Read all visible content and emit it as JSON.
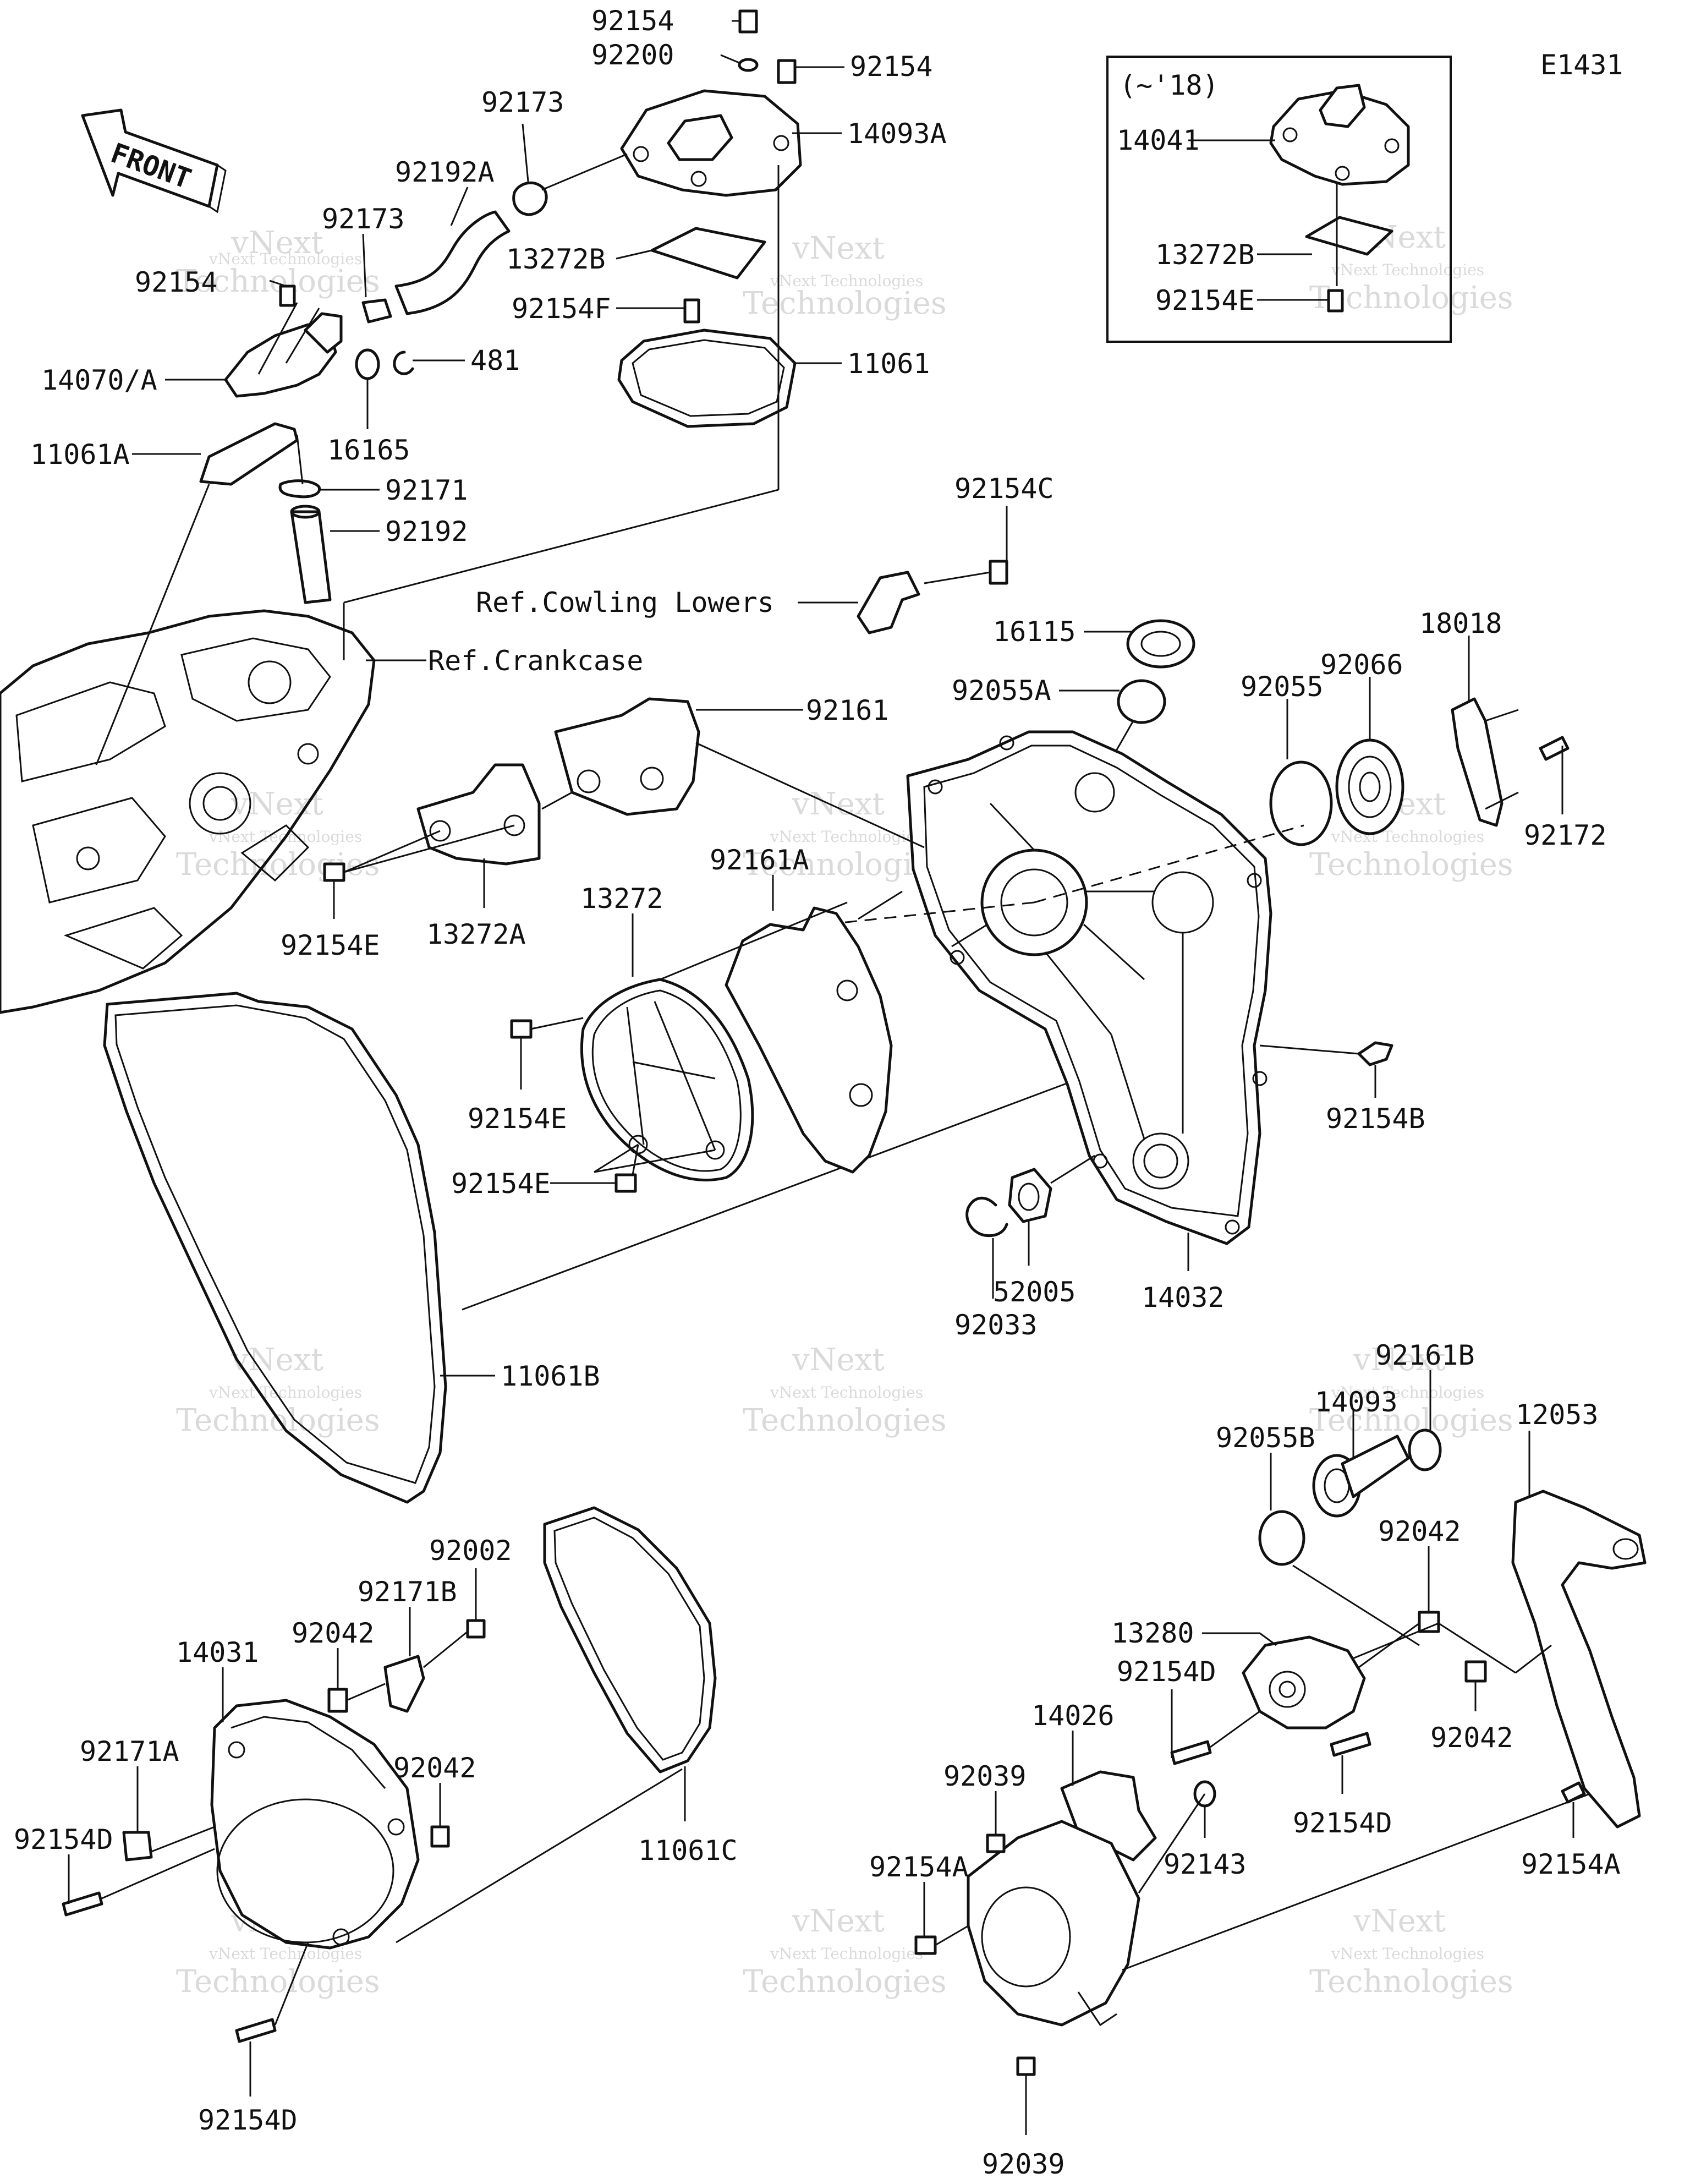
{
  "diagram_code": "E1431",
  "front_label": "FRONT",
  "inset_label": "(~'18)",
  "watermark": {
    "line1": "vNext Technologies",
    "line2": "vNext",
    "line3": "Technologies"
  },
  "labels": {
    "p92154_top": "92154",
    "p92200": "92200",
    "p92154_top_right": "92154",
    "p14093A": "14093A",
    "p92173_top": "92173",
    "p92192A": "92192A",
    "p92173_mid": "92173",
    "p92154_left": "92154",
    "p13272B": "13272B",
    "p92154F": "92154F",
    "p14070A": "14070/A",
    "p481": "481",
    "p11061": "11061",
    "p16165": "16165",
    "p11061A": "11061A",
    "p92171": "92171",
    "p92192": "92192",
    "p14041": "14041",
    "p13272B_inset": "13272B",
    "p92154E_inset": "92154E",
    "p92154C": "92154C",
    "ref_cowling": "Ref.Cowling Lowers",
    "p16115": "16115",
    "ref_crankcase": "Ref.Crankcase",
    "p18018": "18018",
    "p92066": "92066",
    "p92055A": "92055A",
    "p92055": "92055",
    "p92161": "92161",
    "p92172": "92172",
    "p92161A": "92161A",
    "p13272": "13272",
    "p92154E_a": "92154E",
    "p13272A": "13272A",
    "p92154E_b": "92154E",
    "p92154B": "92154B",
    "p92154E_c": "92154E",
    "p52005": "52005",
    "p14032": "14032",
    "p92033": "92033",
    "p11061B": "11061B",
    "p92161B": "92161B",
    "p14093": "14093",
    "p12053": "12053",
    "p92055B": "92055B",
    "p92042_right_top": "92042",
    "p92002": "92002",
    "p92171B": "92171B",
    "p14031": "14031",
    "p92042_left_top": "92042",
    "p13280": "13280",
    "p92154D_mid": "92154D",
    "p92042_right_bottom": "92042",
    "p92171A": "92171A",
    "p92042_left_mid": "92042",
    "p14026": "14026",
    "p92039_top": "92039",
    "p92154D_left": "92154D",
    "p11061C": "11061C",
    "p92154A_left": "92154A",
    "p92143": "92143",
    "p92154D_right": "92154D",
    "p92154A_right": "92154A",
    "p92154D_bottom": "92154D",
    "p92039_bottom": "92039"
  }
}
